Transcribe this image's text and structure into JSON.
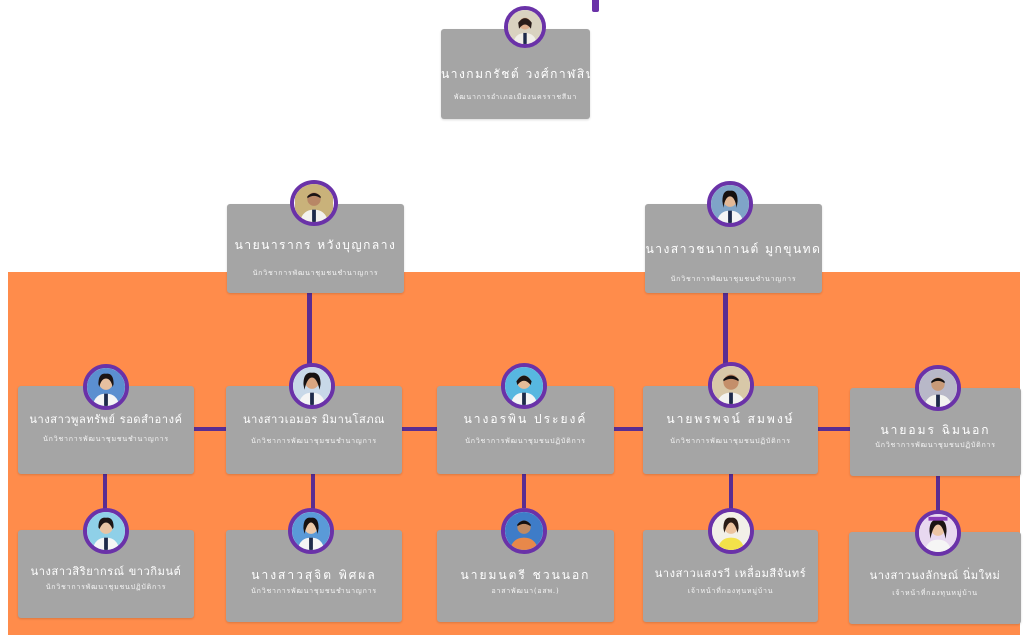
{
  "chart": {
    "people": {
      "director": {
        "name": "นางกมกรัชต์ วงศ์กาฬสินธุ์",
        "role": "พัฒนาการอำเภอเมืองนครราชสีมา"
      },
      "left_head": {
        "name": "นายนารากร หวังบุญกลาง",
        "role": "นักวิชาการพัฒนาชุมชนชำนาญการ"
      },
      "right_head": {
        "name": "นางสาวชนากานต์ มูกขุนทด",
        "role": "นักวิชาการพัฒนาชุมชนชำนาญการ"
      },
      "r1_1": {
        "name": "นางสาวพูลทรัพย์ รอดสำอางค์",
        "role": "นักวิชาการพัฒนาชุมชนชำนาญการ"
      },
      "r1_2": {
        "name": "นางสาวเอมอร มิมานโสภณ",
        "role": "นักวิชาการพัฒนาชุมชนชำนาญการ"
      },
      "r1_3": {
        "name": "นางอรพิน ประยงค์",
        "role": "นักวิชาการพัฒนาชุมชนปฏิบัติการ"
      },
      "r1_4": {
        "name": "นายพรพจน์ สมพงษ์",
        "role": "นักวิชาการพัฒนาชุมชนปฏิบัติการ"
      },
      "r1_5": {
        "name": "นายอมร ฉิมนอก",
        "role": "นักวิชาการพัฒนาชุมชนปฏิบัติการ"
      },
      "r2_1": {
        "name": "นางสาวสิริยากรณ์ ขาวกิมนต์",
        "role": "นักวิชาการพัฒนาชุมชนปฏิบัติการ"
      },
      "r2_2": {
        "name": "นางสาวสุจิต พิศผล",
        "role": "นักวิชาการพัฒนาชุมชนชำนาญการ"
      },
      "r2_3": {
        "name": "นายมนตรี ชวนนอก",
        "role": "อาสาพัฒนา(อสพ.)"
      },
      "r2_4": {
        "name": "นางสาวแสงรวี เหลื่อมสีจันทร์",
        "role": "เจ้าหน้าที่กองทุนหมู่บ้าน"
      },
      "r2_5": {
        "name": "นางสาวนงลักษณ์ นิ่มใหม่",
        "role": "เจ้าหน้าที่กองทุนหมู่บ้าน"
      }
    }
  },
  "colors": {
    "background": "#ffffff",
    "band": "#ff8c4b",
    "card": "#a5a5a5",
    "connector": "#5a2d91",
    "avatar_ring": "#6a32a8"
  },
  "icons": {
    "avatar": "person-photo-icon"
  }
}
